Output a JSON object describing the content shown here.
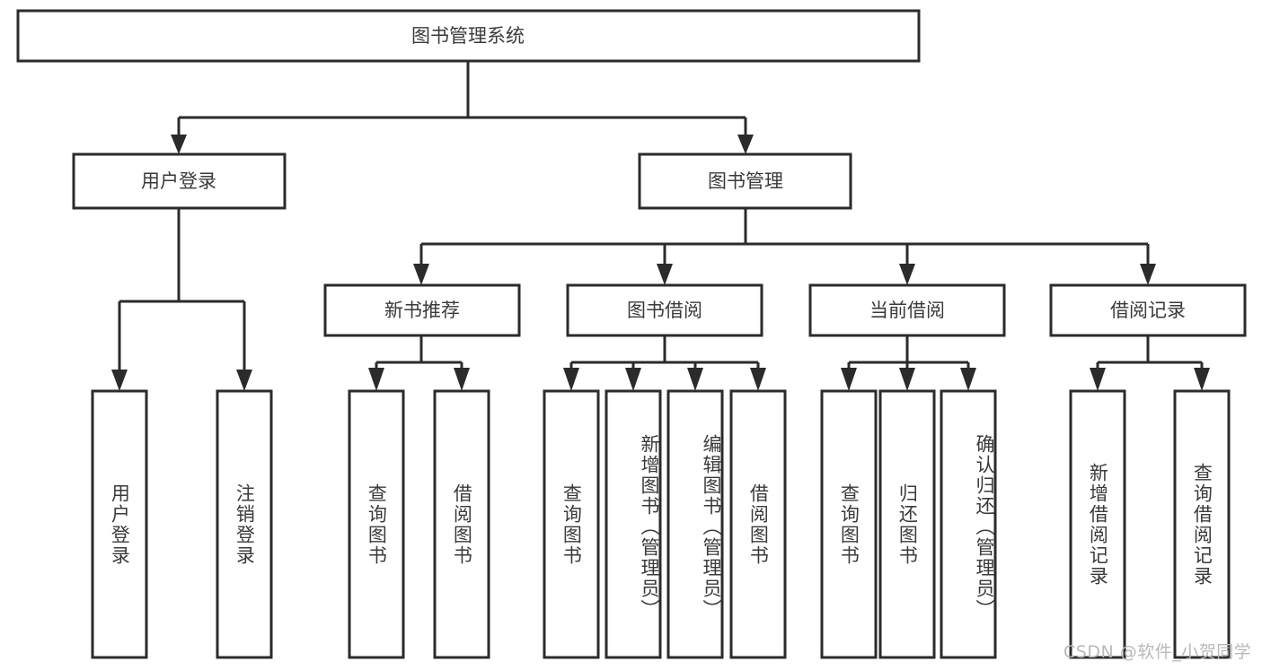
{
  "diagram": {
    "type": "tree",
    "title": "图书管理系统",
    "root": {
      "label": "图书管理系统"
    },
    "level2": [
      {
        "label": "用户登录"
      },
      {
        "label": "图书管理"
      }
    ],
    "level3": [
      {
        "label": "新书推荐"
      },
      {
        "label": "图书借阅"
      },
      {
        "label": "当前借阅"
      },
      {
        "label": "借阅记录"
      }
    ],
    "leaves": {
      "user_login": [
        {
          "label": "用户登录"
        },
        {
          "label": "注销登录"
        }
      ],
      "new_book_recommend": [
        {
          "label": "查询图书"
        },
        {
          "label": "借阅图书"
        }
      ],
      "book_borrow": [
        {
          "label": "查询图书"
        },
        {
          "label": "新增图书（管理员）"
        },
        {
          "label": "编辑图书（管理员）"
        },
        {
          "label": "借阅图书"
        }
      ],
      "current_borrow": [
        {
          "label": "查询图书"
        },
        {
          "label": "归还图书"
        },
        {
          "label": "确认归还（管理员）"
        }
      ],
      "borrow_record": [
        {
          "label": "新增借阅记录"
        },
        {
          "label": "查询借阅记录"
        }
      ]
    }
  },
  "watermark": {
    "text": "CSDN @软件_小贺同学"
  },
  "colors": {
    "box_stroke": "#2b2b2b",
    "box_fill": "#ffffff",
    "text": "#3a3a3a",
    "watermark": "#b9b9b9",
    "background": "#ffffff"
  }
}
